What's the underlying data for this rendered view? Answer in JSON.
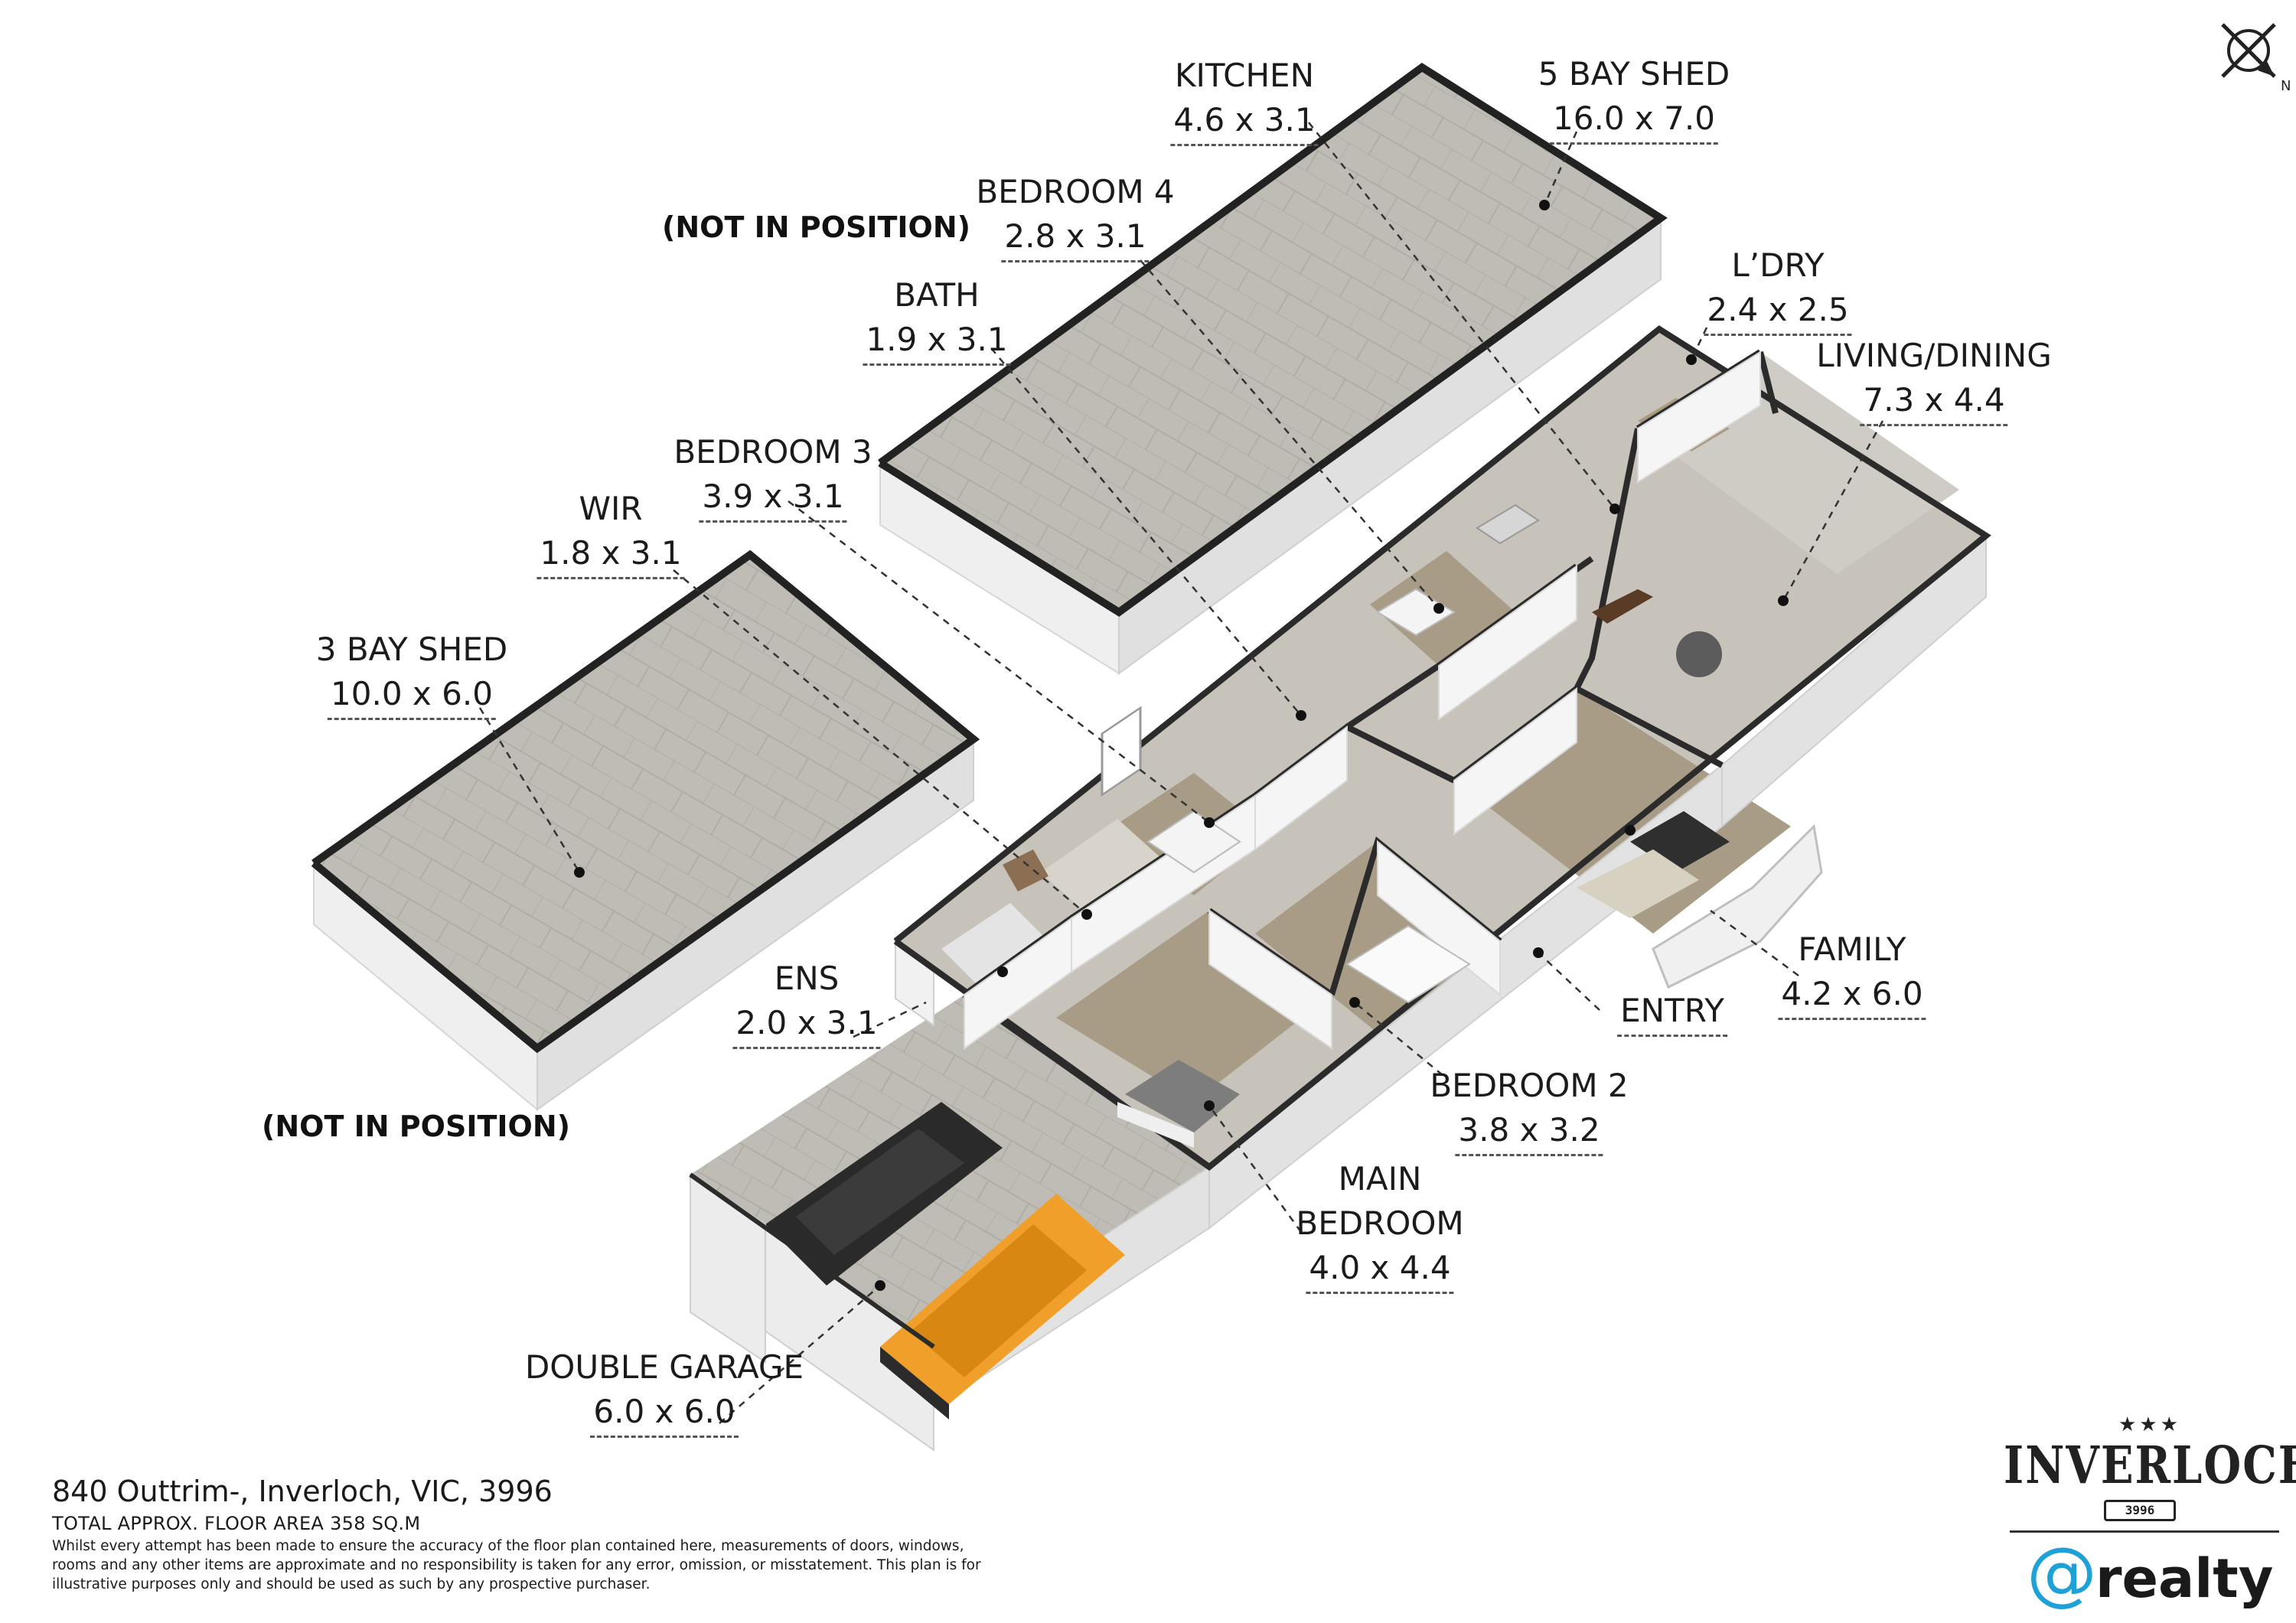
{
  "rooms": {
    "kitchen": {
      "name": "KITCHEN",
      "dims": "4.6 x 3.1"
    },
    "bay5": {
      "name": "5 BAY SHED",
      "dims": "16.0 x 7.0"
    },
    "bed4": {
      "name": "BEDROOM 4",
      "dims": "2.8 x 3.1"
    },
    "bath": {
      "name": "BATH",
      "dims": "1.9 x 3.1"
    },
    "ldry": {
      "name": "L’DRY",
      "dims": "2.4 x 2.5"
    },
    "living": {
      "name": "LIVING/DINING",
      "dims": "7.3 x 4.4"
    },
    "bed3": {
      "name": "BEDROOM 3",
      "dims": "3.9 x 3.1"
    },
    "wir": {
      "name": "WIR",
      "dims": "1.8 x 3.1"
    },
    "bay3": {
      "name": "3 BAY SHED",
      "dims": "10.0 x 6.0"
    },
    "ens": {
      "name": "ENS",
      "dims": "2.0 x 3.1"
    },
    "family": {
      "name": "FAMILY",
      "dims": "4.2 x 6.0"
    },
    "entry": {
      "name": "ENTRY",
      "dims": ""
    },
    "bed2": {
      "name": "BEDROOM 2",
      "dims": "3.8 x 3.2"
    },
    "main": {
      "name": "MAIN",
      "name2": "BEDROOM",
      "dims": "4.0 x 4.4"
    },
    "garage": {
      "name": "DOUBLE GARAGE",
      "dims": "6.0 x 6.0"
    }
  },
  "notes": {
    "not_in_position_top": "(NOT IN POSITION)",
    "not_in_position_left": "(NOT IN POSITION)"
  },
  "footer": {
    "address": "840 Outtrim-, Inverloch, VIC, 3996",
    "area": "TOTAL APPROX. FLOOR AREA 358 SQ.M",
    "disclaimer": "Whilst every attempt has been made to ensure the accuracy of the floor plan contained here, measurements of doors, windows, rooms and any other items are approximate and no responsibility is taken for any error, omission, or misstatement. This plan is for illustrative purposes only and should be used as such by any prospective purchaser."
  },
  "compass": {
    "label": "N"
  },
  "brand": {
    "stars": "★★★",
    "name": "INVERLOCH",
    "code": "3996",
    "at": "@",
    "realty": "realty"
  },
  "colors": {
    "floor": "#bdbab2",
    "wall_top": "#2b2b2b",
    "wall_face": "#f2f2f2",
    "carpet": "#a89c86",
    "accent": "#1ea1d6",
    "car_orange": "#f0a02a",
    "car_black": "#2a2a2a"
  }
}
